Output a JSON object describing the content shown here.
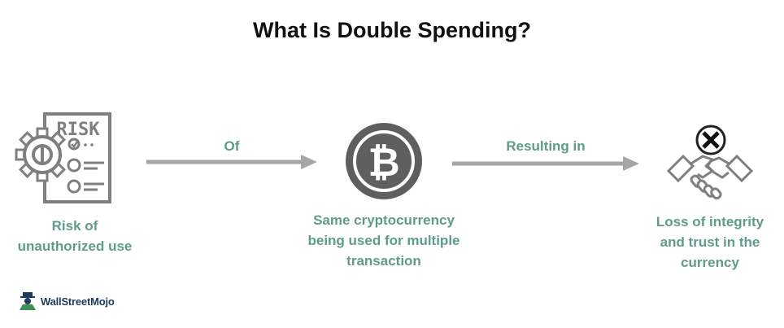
{
  "title": "What Is Double Spending?",
  "nodes": [
    {
      "icon": "risk-checklist-gear-icon",
      "caption_lines": [
        "Risk of",
        "unauthorized use"
      ]
    },
    {
      "icon": "bitcoin-coin-icon",
      "caption_lines": [
        "Same cryptocurrency",
        "being used for multiple",
        "transaction"
      ]
    },
    {
      "icon": "broken-handshake-icon",
      "caption_lines": [
        "Loss of integrity",
        "and trust in the",
        "currency"
      ]
    }
  ],
  "arrows": [
    {
      "label": "Of"
    },
    {
      "label": "Resulting in"
    }
  ],
  "risk_text": "RISK",
  "bitcoin_symbol": "₿",
  "logo": {
    "text": "WallStreetMojo"
  },
  "colors": {
    "caption": "#5f9b8c",
    "arrow": "#a6a6a6",
    "icon_gray": "#7f7f7f",
    "coin": "#5f5f5f"
  }
}
